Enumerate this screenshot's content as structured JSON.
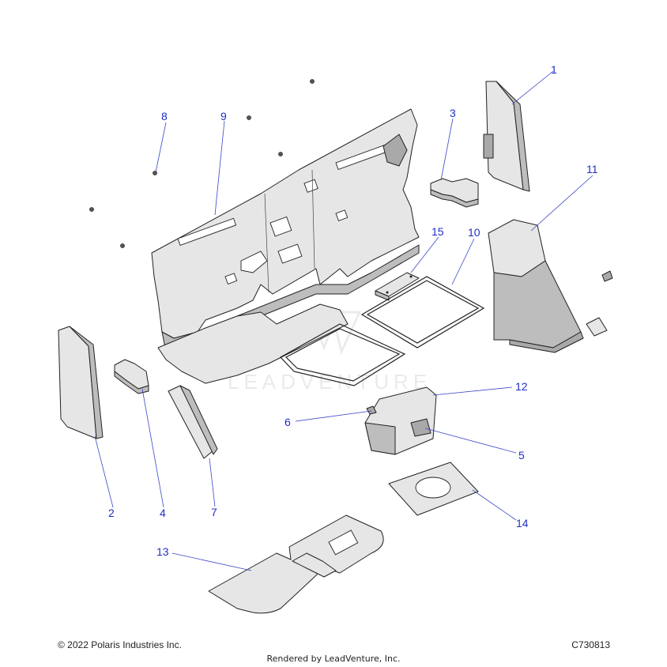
{
  "callouts": {
    "c1": "1",
    "c2": "2",
    "c3": "3",
    "c4": "4",
    "c5": "5",
    "c6": "6",
    "c7": "7",
    "c8": "8",
    "c9": "9",
    "c10": "10",
    "c11": "11",
    "c12": "12",
    "c13": "13",
    "c14": "14",
    "c15": "15"
  },
  "watermark": "LEADVENTURE",
  "footer": {
    "copyright": "© 2022 Polaris Industries Inc.",
    "diagram_id": "C730813",
    "rendered_by": "Rendered by LeadVenture, Inc."
  },
  "colors": {
    "callout": "#1f2fc4",
    "part_fill": "#e6e6e6",
    "part_side": "#bdbdbd"
  }
}
